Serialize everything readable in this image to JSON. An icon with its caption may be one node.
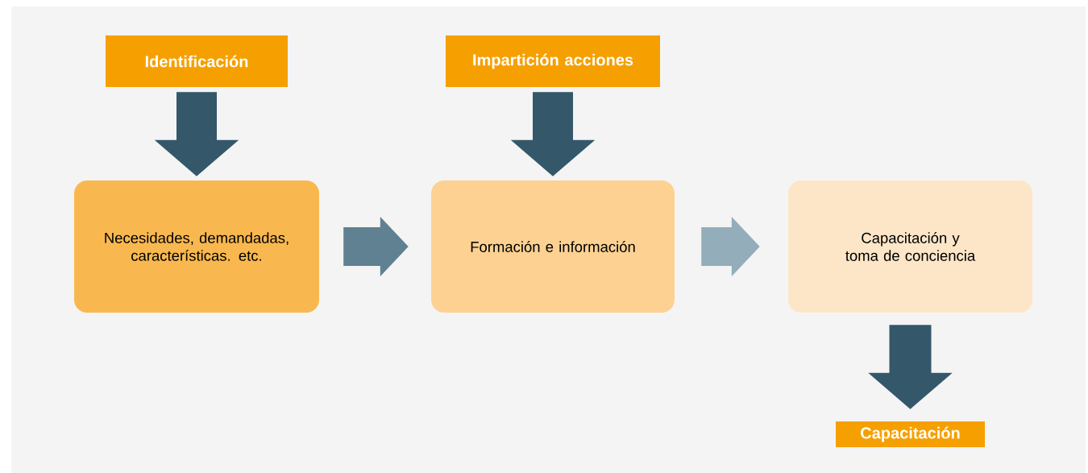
{
  "diagram": {
    "nodes": [
      {
        "text": [
          "Identificación"
        ]
      },
      {
        "text": [
          "Impartición acciones"
        ]
      },
      {
        "text": [
          "Necesidades, demandadas, características. etc."
        ]
      },
      {
        "text": [
          "Formación e información"
        ]
      },
      {
        "text": [
          "Capacitación y toma de conciencia"
        ]
      },
      {
        "text": [
          "Capacitación"
        ]
      }
    ],
    "edges": [
      {
        "from": 0,
        "to": 2,
        "arrow": "to"
      },
      {
        "from": 1,
        "to": 3,
        "arrow": "to"
      },
      {
        "from": 2,
        "to": 3,
        "arrow": "to",
        "color": "#5f8192"
      },
      {
        "from": 3,
        "to": 4,
        "arrow": "to",
        "color": "#93adbb"
      },
      {
        "from": 4,
        "to": 5,
        "arrow": "to"
      }
    ]
  }
}
